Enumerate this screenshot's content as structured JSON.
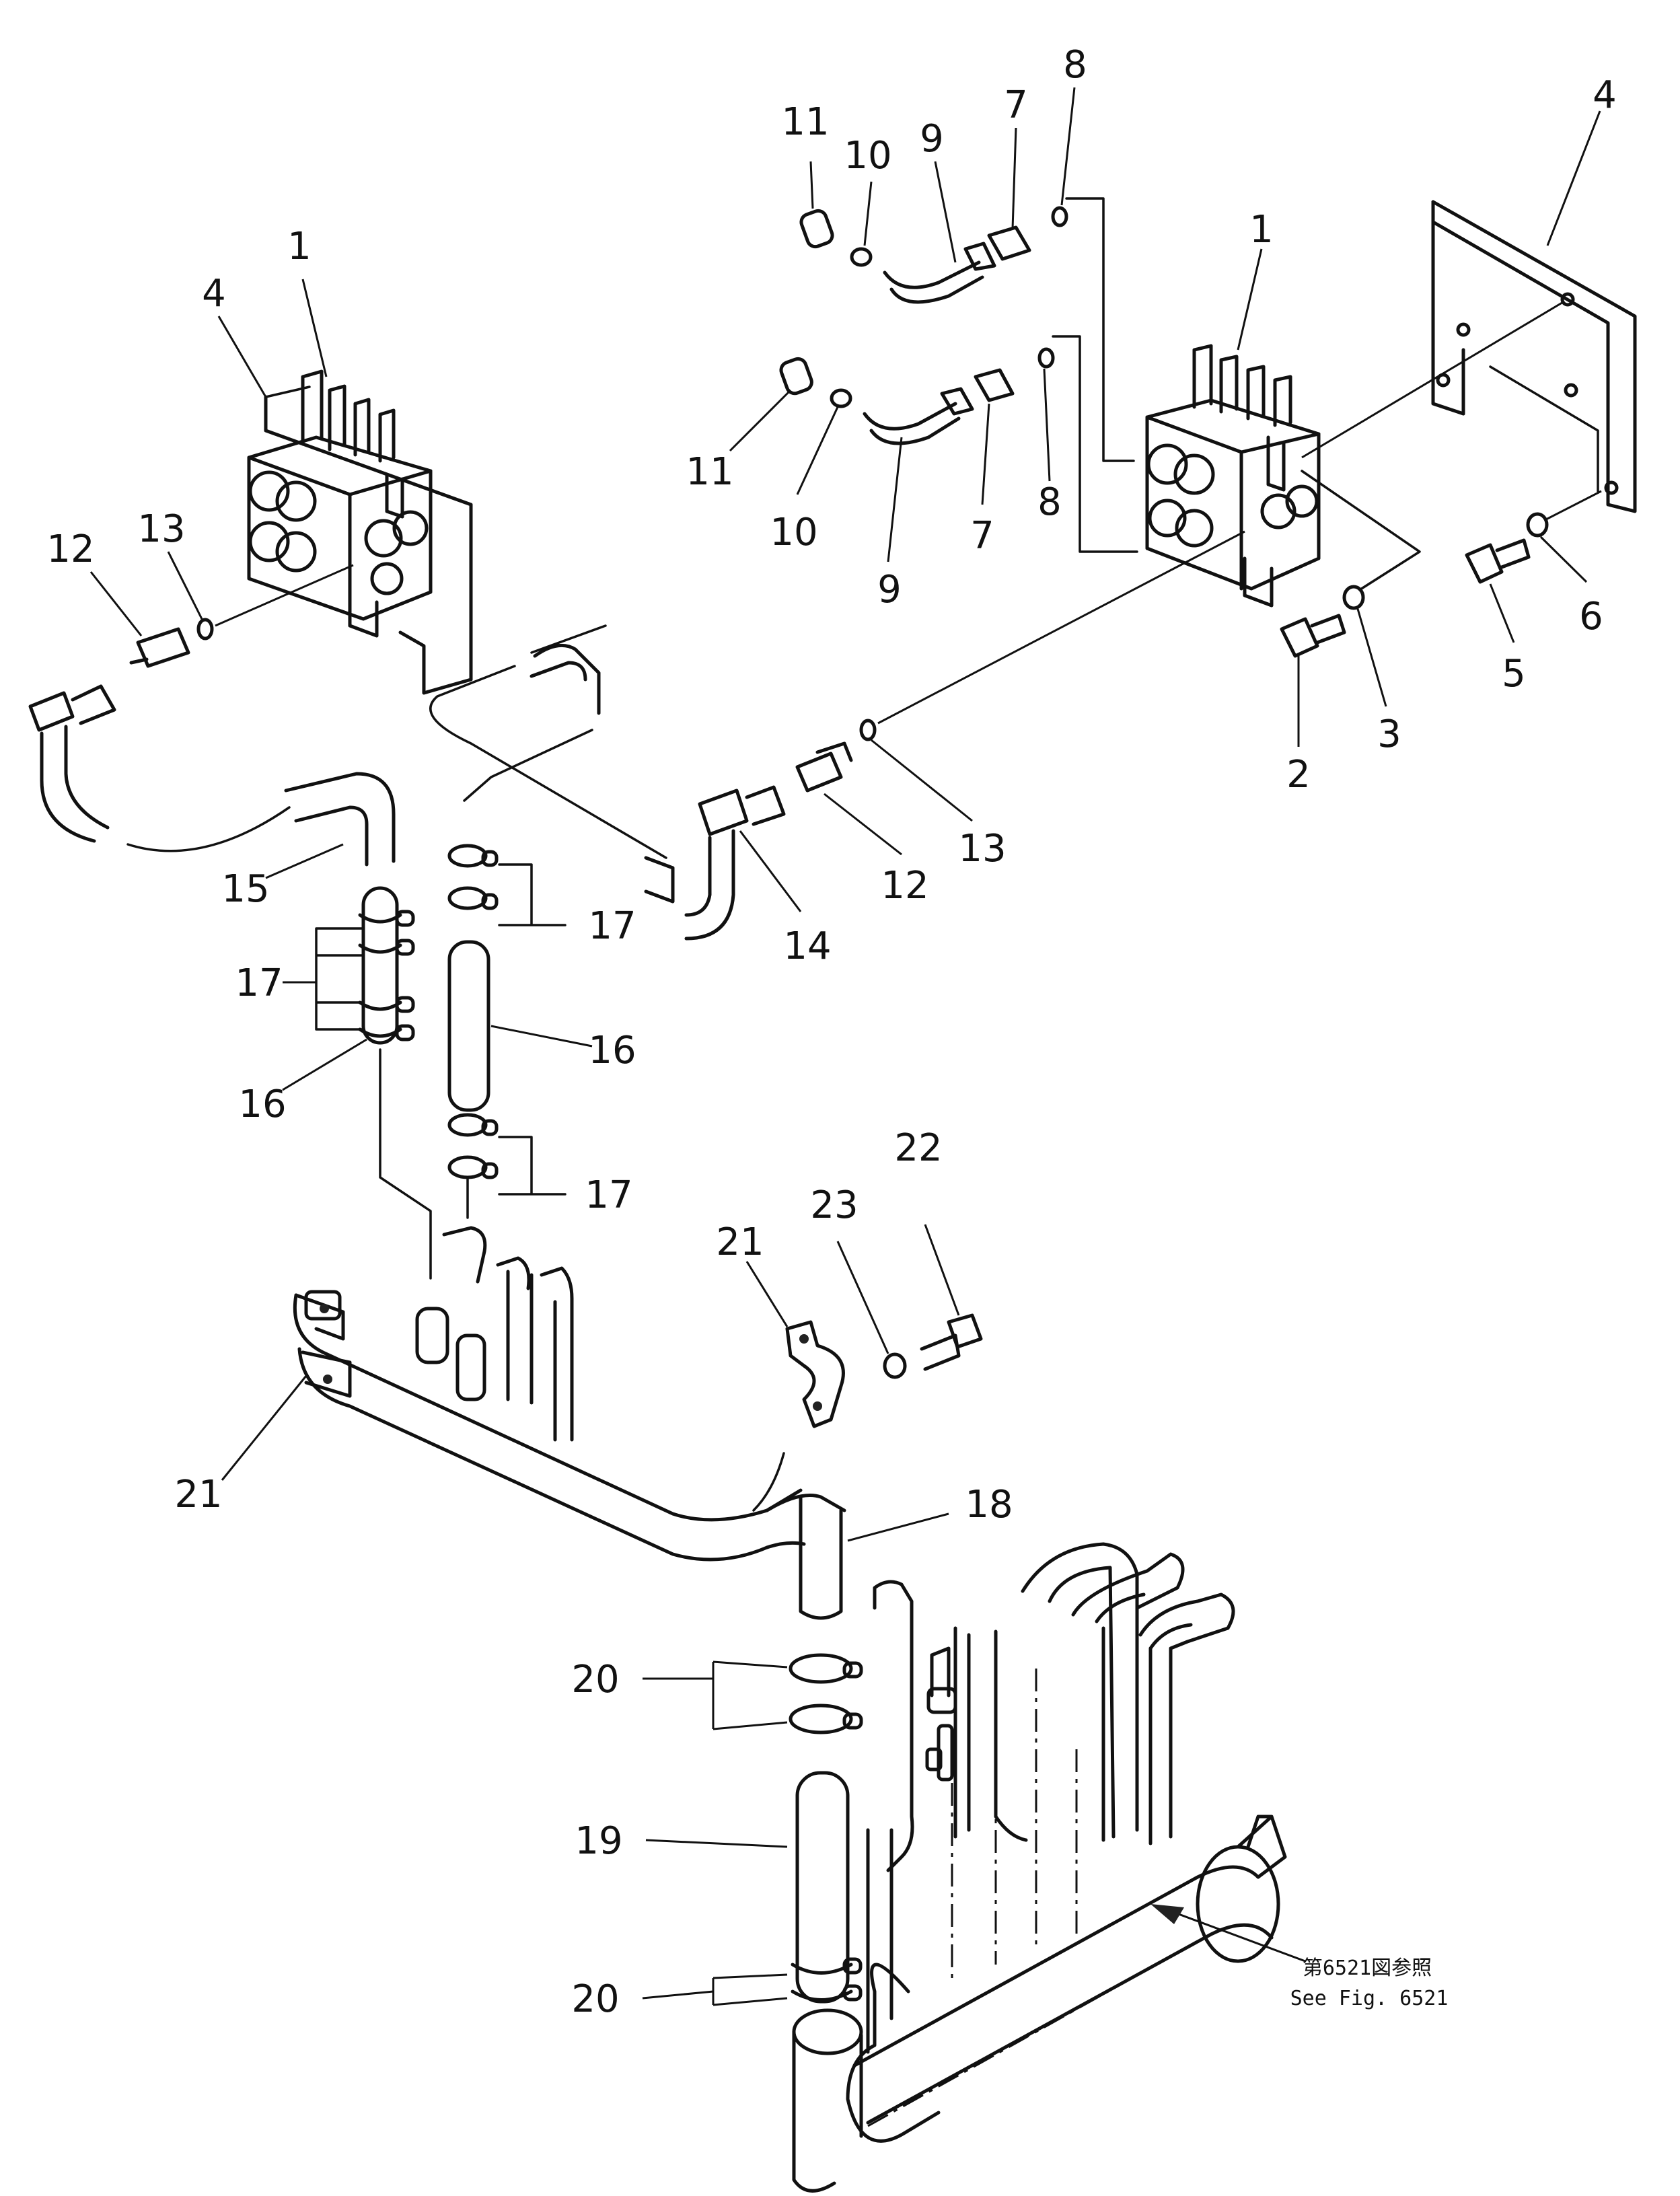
{
  "callouts": [
    {
      "text": "1"
    },
    {
      "text": "4"
    },
    {
      "text": "13"
    },
    {
      "text": "12"
    },
    {
      "text": "15"
    },
    {
      "text": "17"
    },
    {
      "text": "16"
    },
    {
      "text": "21"
    },
    {
      "text": "11"
    },
    {
      "text": "10"
    },
    {
      "text": "9"
    },
    {
      "text": "7"
    },
    {
      "text": "8"
    },
    {
      "text": "11"
    },
    {
      "text": "10"
    },
    {
      "text": "9"
    },
    {
      "text": "7"
    },
    {
      "text": "8"
    },
    {
      "text": "1"
    },
    {
      "text": "4"
    },
    {
      "text": "5"
    },
    {
      "text": "6"
    },
    {
      "text": "2"
    },
    {
      "text": "3"
    },
    {
      "text": "13"
    },
    {
      "text": "12"
    },
    {
      "text": "14"
    },
    {
      "text": "17"
    },
    {
      "text": "16"
    },
    {
      "text": "17"
    },
    {
      "text": "22"
    },
    {
      "text": "23"
    },
    {
      "text": "21"
    },
    {
      "text": "18"
    },
    {
      "text": "20"
    },
    {
      "text": "19"
    },
    {
      "text": "20"
    }
  ],
  "reference_note": {
    "line1": "第6521図参照",
    "line2": "See Fig. 6521"
  }
}
